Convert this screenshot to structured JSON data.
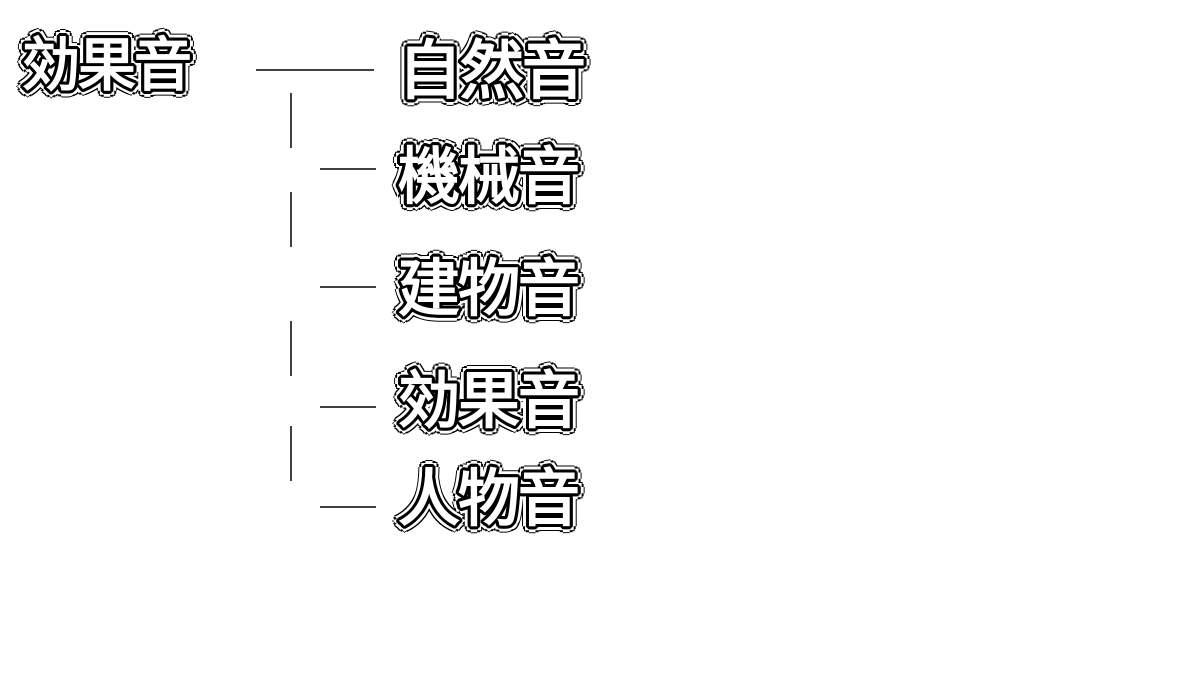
{
  "diagram": {
    "root": {
      "label": "効果音"
    },
    "children": [
      {
        "label": "自然音"
      },
      {
        "label": "機械音"
      },
      {
        "label": "建物音"
      },
      {
        "label": "効果音"
      },
      {
        "label": "人物音"
      }
    ]
  },
  "colors": {
    "text_fill": "#ffffff",
    "text_outline": "#000000",
    "connector": "#000000",
    "background": "#ffffff"
  }
}
